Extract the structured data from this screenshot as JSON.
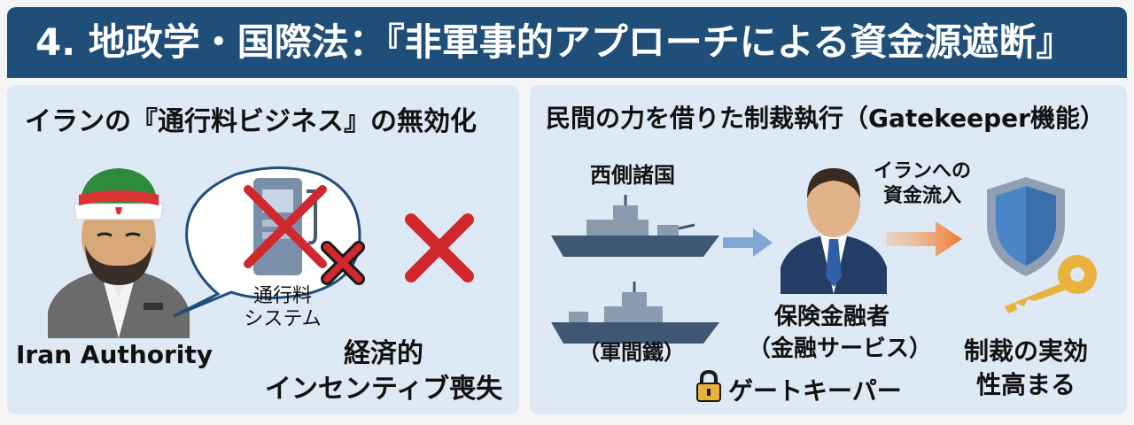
{
  "header": {
    "title": "4. 地政学・国際法：『非軍事的アプローチによる資金源遮断』"
  },
  "left": {
    "title": "イランの『通行料ビジネス』の無効化",
    "authority_label": "Iran Authority",
    "toll_system_line1": "通行料",
    "toll_system_line2": "システム",
    "result_line1": "経済的",
    "result_line2": "インセンティブ喪失"
  },
  "right": {
    "title": "民間の力を借りた制裁執行（Gatekeeper機能）",
    "western_label": "西側諸国",
    "warship_label": "（軍間鐵）",
    "insurer_line1": "保険金融者",
    "insurer_line2": "（金融サービス）",
    "flow_line1": "イランへの",
    "flow_line2": "資金流入",
    "gatekeeper_label": "ゲートキーパー",
    "effect_line1": "制裁の実効",
    "effect_line2": "性高まる"
  },
  "colors": {
    "header_bg": "#1f4e79",
    "panel_bg": "#dde9f5",
    "cross_red": "#d0282e",
    "ship": "#3e5873",
    "orange": "#f07a2a",
    "gold": "#e9b23c"
  },
  "icons": [
    "iran-authority-figure",
    "speech-bubble-icon",
    "toll-machine-icon",
    "small-x-icon",
    "big-x-icon",
    "warship-icon",
    "arrow-right-icon",
    "businessman-icon",
    "orange-arrow-icon",
    "shield-icon",
    "key-icon",
    "lock-icon"
  ]
}
